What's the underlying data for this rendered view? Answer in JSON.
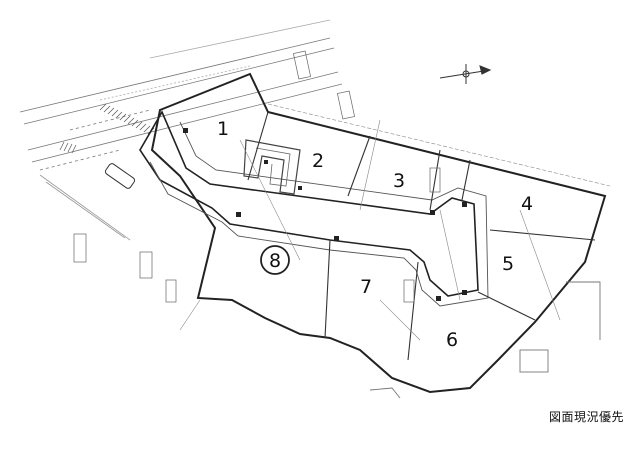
{
  "lots": [
    "1",
    "2",
    "3",
    "4",
    "5",
    "6",
    "7",
    "8"
  ],
  "highlighted_lot": "8",
  "note": "図面現況優先",
  "colors": {
    "line": "#333333",
    "heavy_line": "#222222",
    "light_line": "#888888",
    "background": "#ffffff"
  }
}
